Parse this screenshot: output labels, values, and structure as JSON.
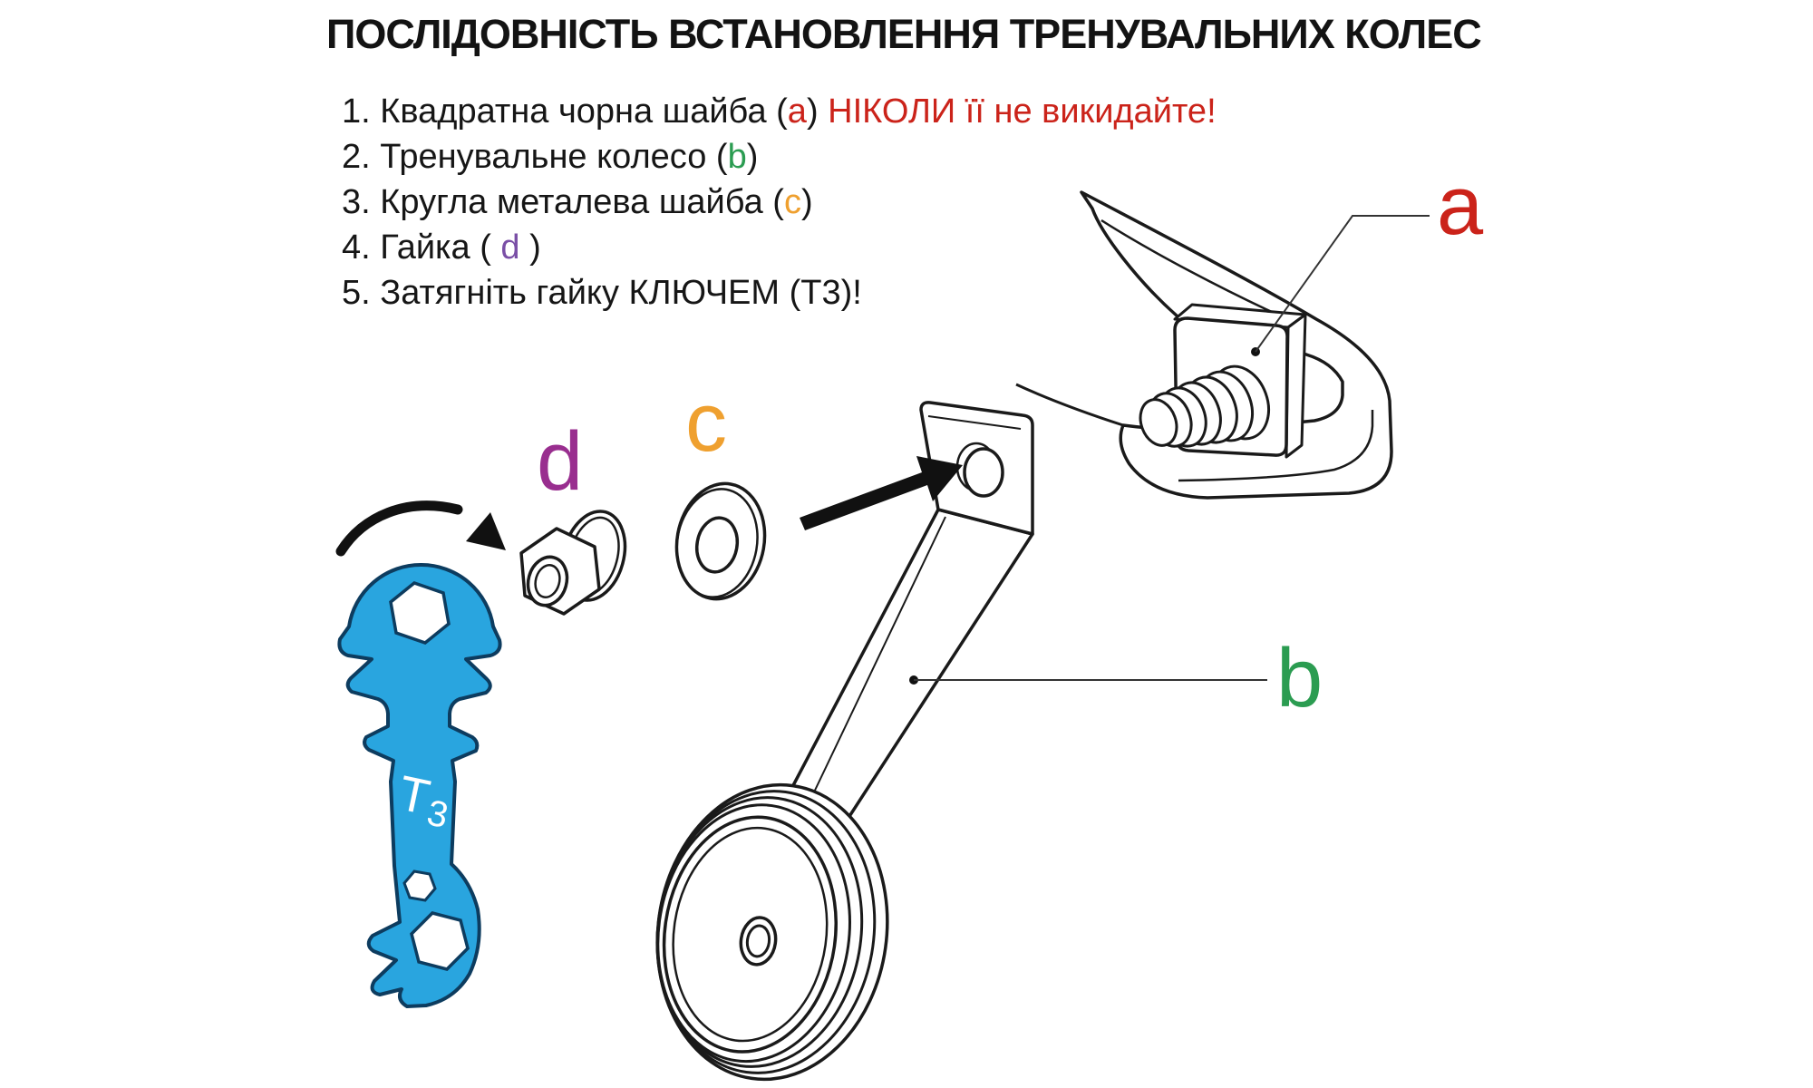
{
  "title": "ПОСЛІДОВНІСТЬ ВСТАНОВЛЕННЯ ТРЕНУВАЛЬНИХ КОЛЕС",
  "instructions": {
    "items": [
      {
        "segments": [
          {
            "text": "1. Квадратна чорна шайба ("
          },
          {
            "text": "a",
            "color": "#cb231a"
          },
          {
            "text": ") "
          },
          {
            "text": "НІКОЛИ її не викидайте!",
            "color": "#cb231a"
          }
        ]
      },
      {
        "segments": [
          {
            "text": "2. Тренувальне колесо ("
          },
          {
            "text": "b",
            "color": "#2b9c51"
          },
          {
            "text": ")"
          }
        ]
      },
      {
        "segments": [
          {
            "text": "3. Кругла металева шайба ("
          },
          {
            "text": "c",
            "color": "#efa02f"
          },
          {
            "text": ")"
          }
        ]
      },
      {
        "segments": [
          {
            "text": "4. Гайка ( "
          },
          {
            "text": "d",
            "color": "#7a4fa6"
          },
          {
            "text": " )"
          }
        ]
      },
      {
        "segments": [
          {
            "text": "5. Затягніть гайку КЛЮЧЕМ (Т3)!"
          }
        ]
      }
    ]
  },
  "labels": {
    "a": "a",
    "b": "b",
    "c": "c",
    "d": "d",
    "wrench_t": "T",
    "wrench_sub": "3"
  },
  "colors": {
    "label_a_red": "#cb231a",
    "label_b_green": "#2b9c51",
    "label_c_orange": "#efa02f",
    "label_d_list_purple": "#7a4fa6",
    "label_d_diagram_purple": "#992e8f",
    "wrench_blue": "#29a5df",
    "wrench_outline": "#0d3c5f",
    "line_art": "#1a1a1a",
    "background": "#ffffff"
  }
}
